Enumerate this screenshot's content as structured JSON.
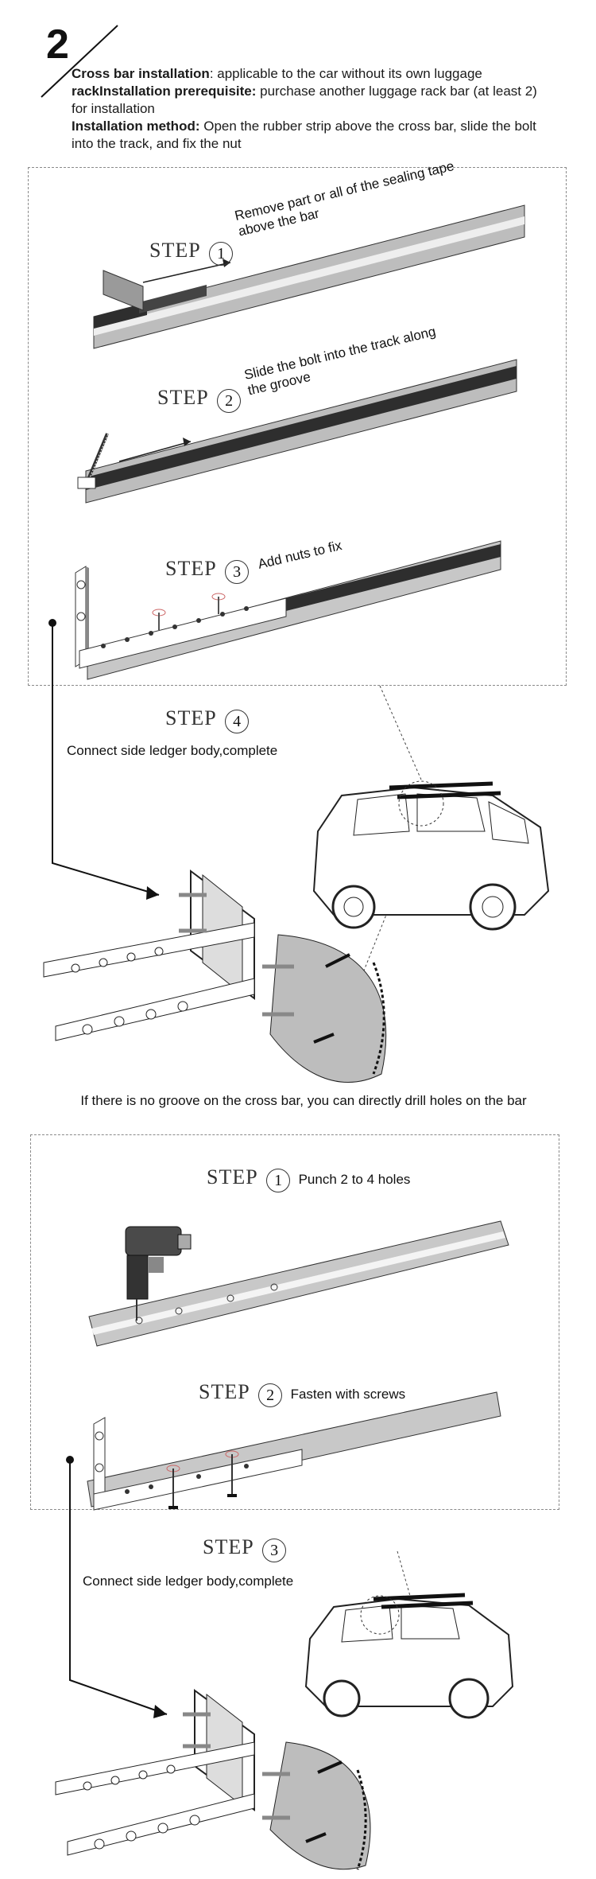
{
  "header": {
    "number": "2",
    "intro_label_1": "Cross bar installation",
    "intro_text_1": ": applicable to the car without its own luggage",
    "intro_label_2": "rackInstallation prerequisite:",
    "intro_text_2": " purchase another luggage rack bar (at least 2) for installation",
    "intro_label_3": "Installation method:",
    "intro_text_3": " Open the rubber strip above the cross bar, slide the bolt into the track, and fix the nut"
  },
  "section_groove": {
    "step_word": "STEP",
    "step1": {
      "num": "1",
      "text": "Remove part or all of the sealing tape above the bar"
    },
    "step2": {
      "num": "2",
      "text": "Slide the bolt into the track along the groove"
    },
    "step3": {
      "num": "3",
      "text": "Add nuts to fix"
    },
    "step4": {
      "num": "4",
      "text": "Connect side ledger body,complete"
    }
  },
  "middle_note": "If there is no groove on the cross bar, you can directly drill holes on the bar",
  "section_drill": {
    "step_word": "STEP",
    "step1": {
      "num": "1",
      "text": "Punch 2 to 4 holes"
    },
    "step2": {
      "num": "2",
      "text": "Fasten with screws"
    },
    "step3": {
      "num": "3",
      "text": "Connect side ledger body,complete"
    }
  },
  "colors": {
    "bar_dark": "#3a3a3a",
    "bar_light": "#c9c9c9",
    "line": "#222222"
  }
}
